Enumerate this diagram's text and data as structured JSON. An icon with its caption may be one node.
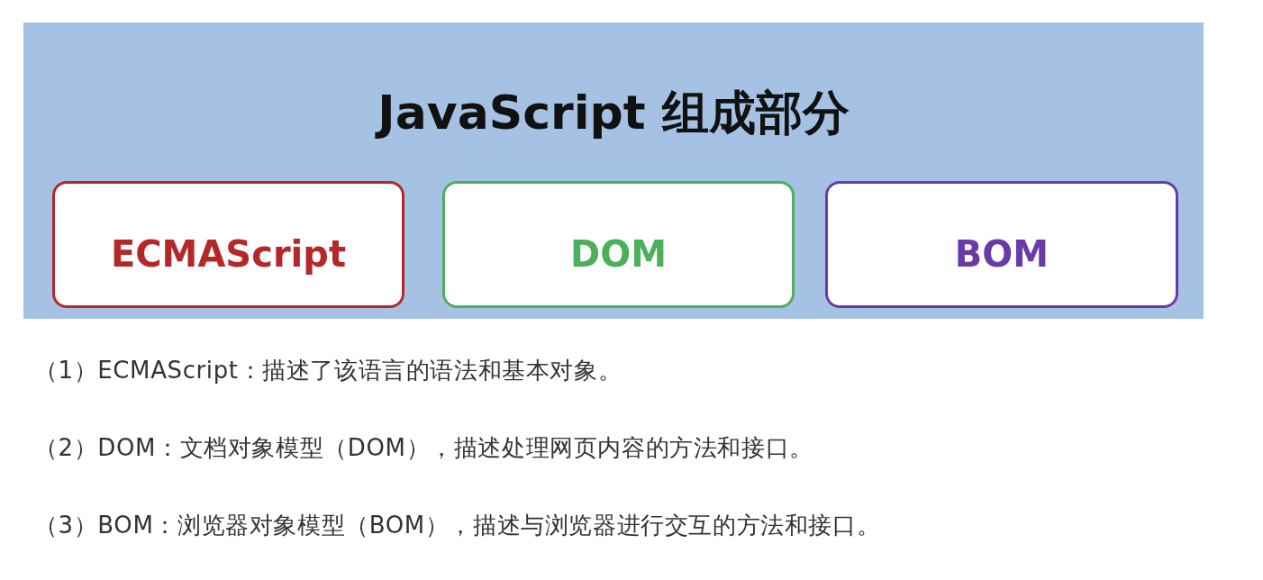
{
  "diagram": {
    "nodes": [
      {
        "text": [
          "JavaScript 组成部分"
        ]
      },
      {
        "text": [
          "ECMAScript"
        ],
        "in": 0
      },
      {
        "text": [
          "DOM"
        ],
        "in": 0
      },
      {
        "text": [
          "BOM"
        ],
        "in": 0
      }
    ],
    "labels": [
      "（1）ECMAScript：描述了该语言的语法和基本对象。",
      "（2）DOM：文档对象模型（DOM），描述处理网页内容的方法和接口。",
      "（3）BOM：浏览器对象模型（BOM），描述与浏览器进行交互的方法和接口。"
    ]
  }
}
